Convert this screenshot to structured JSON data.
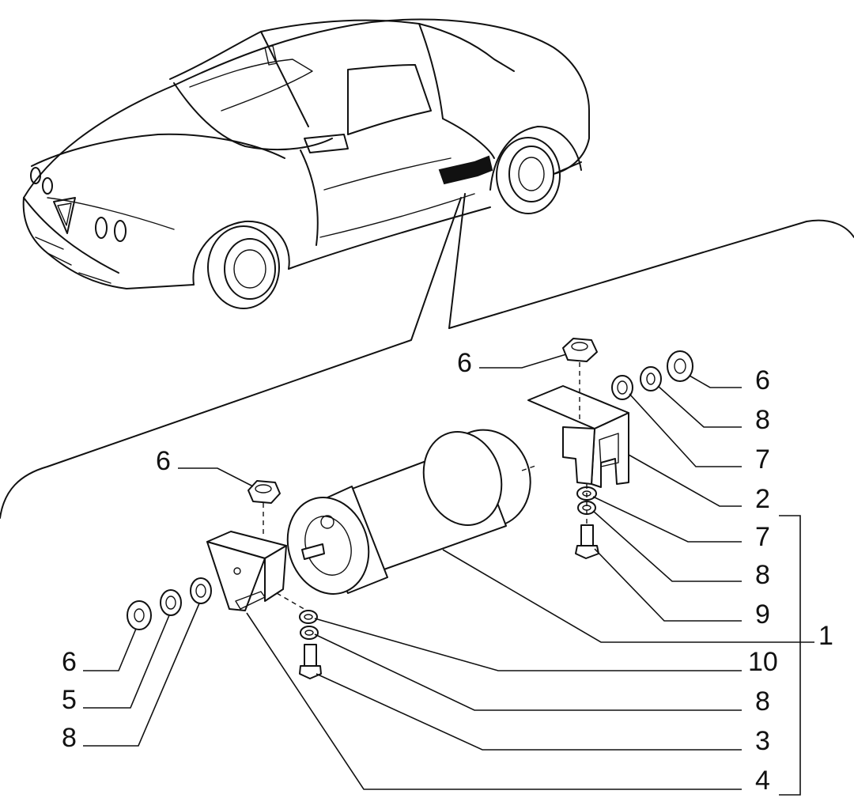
{
  "callouts": {
    "c6_top": "6",
    "c6_right": "6",
    "c8_right_top": "8",
    "c7_right_top": "7",
    "c2": "2",
    "c7_right_mid": "7",
    "c8_right_mid": "8",
    "c9": "9",
    "c1": "1",
    "c10": "10",
    "c8_right_low": "8",
    "c3": "3",
    "c4": "4",
    "c6_left_top": "6",
    "c6_left_low": "6",
    "c5": "5",
    "c8_left_low": "8"
  },
  "colors": {
    "ink": "#111111",
    "paper": "#ffffff",
    "highlight": "#111111"
  }
}
